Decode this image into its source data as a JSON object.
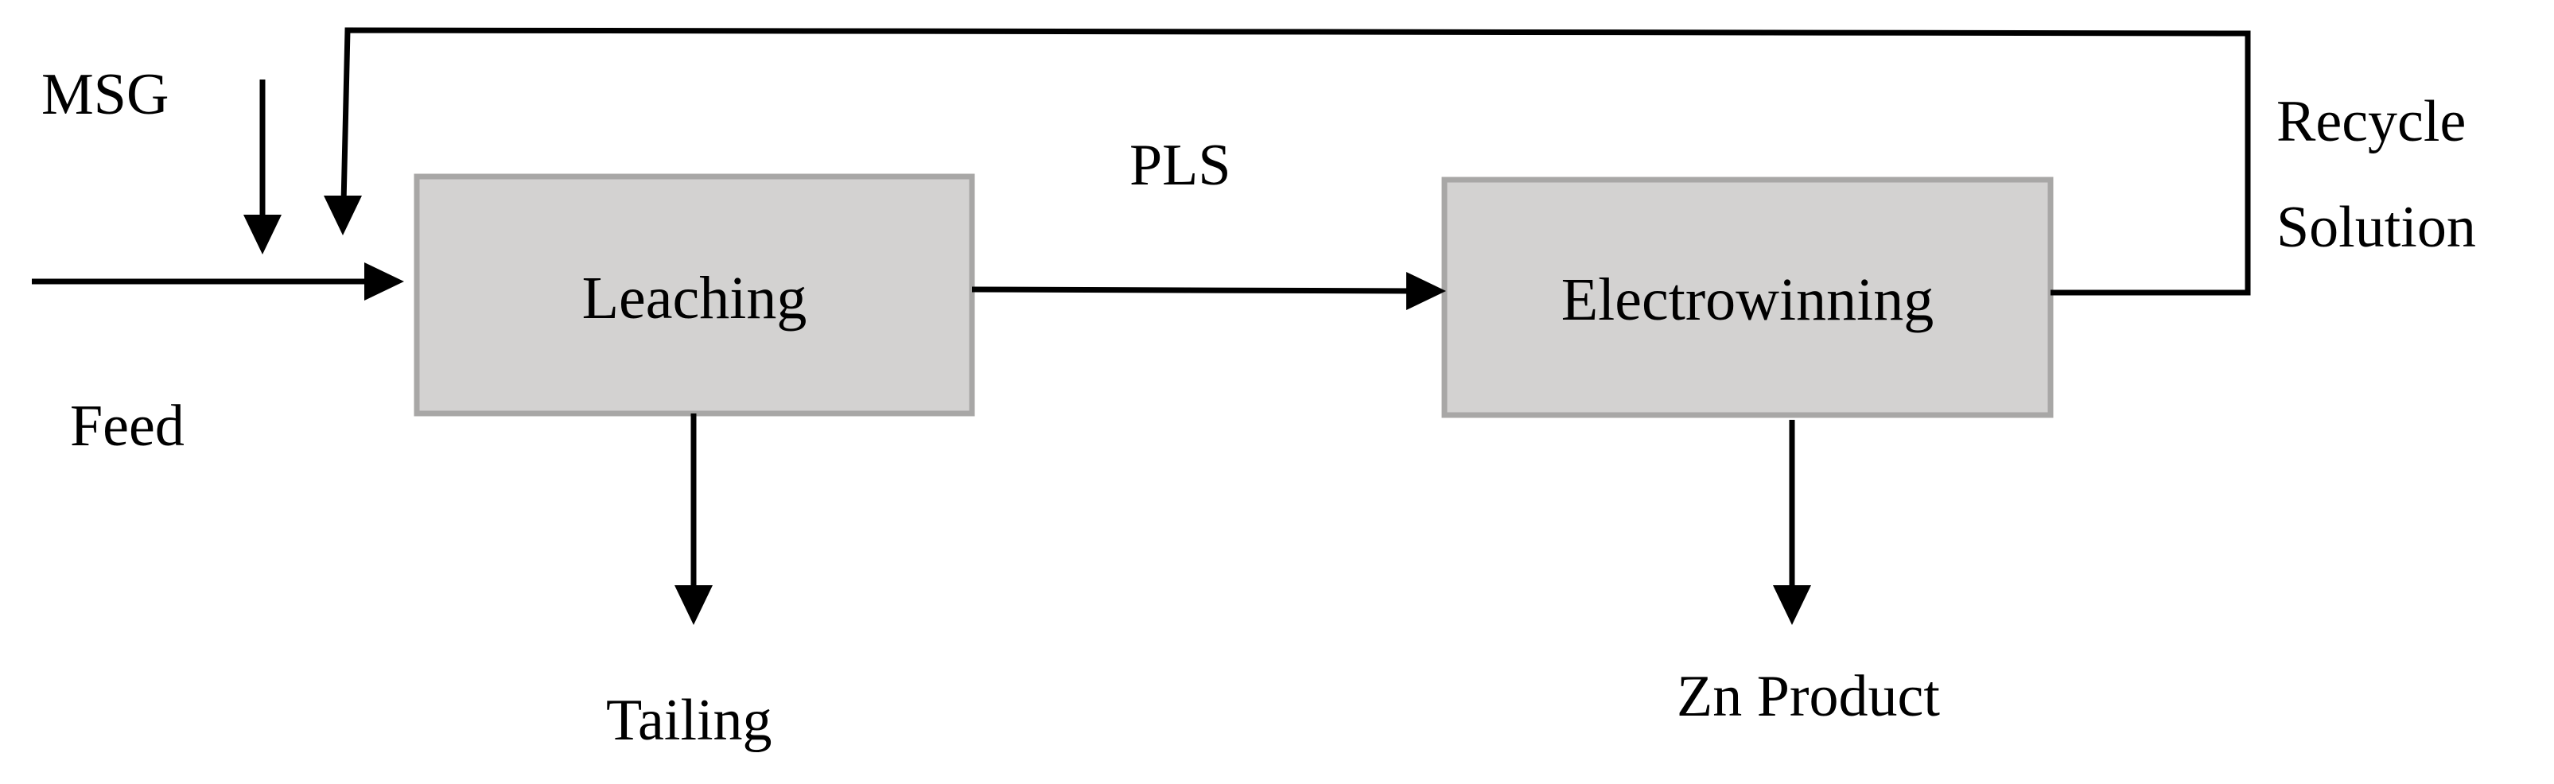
{
  "nodes": {
    "leaching": "Leaching",
    "electrowinning": "Electrowinning"
  },
  "labels": {
    "msg": "MSG",
    "feed": "Feed",
    "pls": "PLS",
    "recycle_line1": "Recycle",
    "recycle_line2": "Solution",
    "tailing": "Tailing",
    "zn_product": "Zn Product"
  },
  "colors": {
    "box_fill": "#d3d2d1",
    "box_stroke": "#a8a7a6",
    "line": "#000000"
  }
}
